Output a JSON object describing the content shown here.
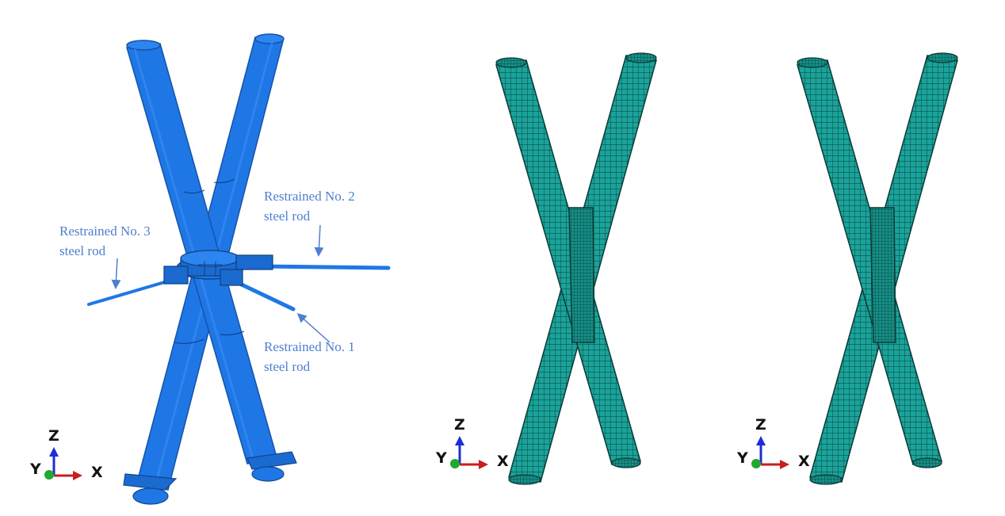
{
  "panels": [
    {
      "id": "geometry-model",
      "callouts": [
        {
          "line1": "Restrained No. 2",
          "line2": "steel rod"
        },
        {
          "line1": "Restrained No. 3",
          "line2": "steel rod"
        },
        {
          "line1": "Restrained No. 1",
          "line2": "steel rod"
        }
      ],
      "triad": {
        "z": "Z",
        "y": "Y",
        "x": "X"
      }
    },
    {
      "id": "mesh-model-1",
      "triad": {
        "z": "Z",
        "y": "Y",
        "x": "X"
      }
    },
    {
      "id": "mesh-model-2",
      "triad": {
        "z": "Z",
        "y": "Y",
        "x": "X"
      }
    }
  ],
  "colors": {
    "solid_blue": "#1f77e6",
    "solid_blue_dark": "#1553a8",
    "mesh_teal": "#1aa39a",
    "mesh_line": "#0b3b37",
    "callout_text": "#4f7fd0",
    "axis_z": "#1b2fd6",
    "axis_x": "#c81e1e",
    "axis_y": "#20a830"
  }
}
